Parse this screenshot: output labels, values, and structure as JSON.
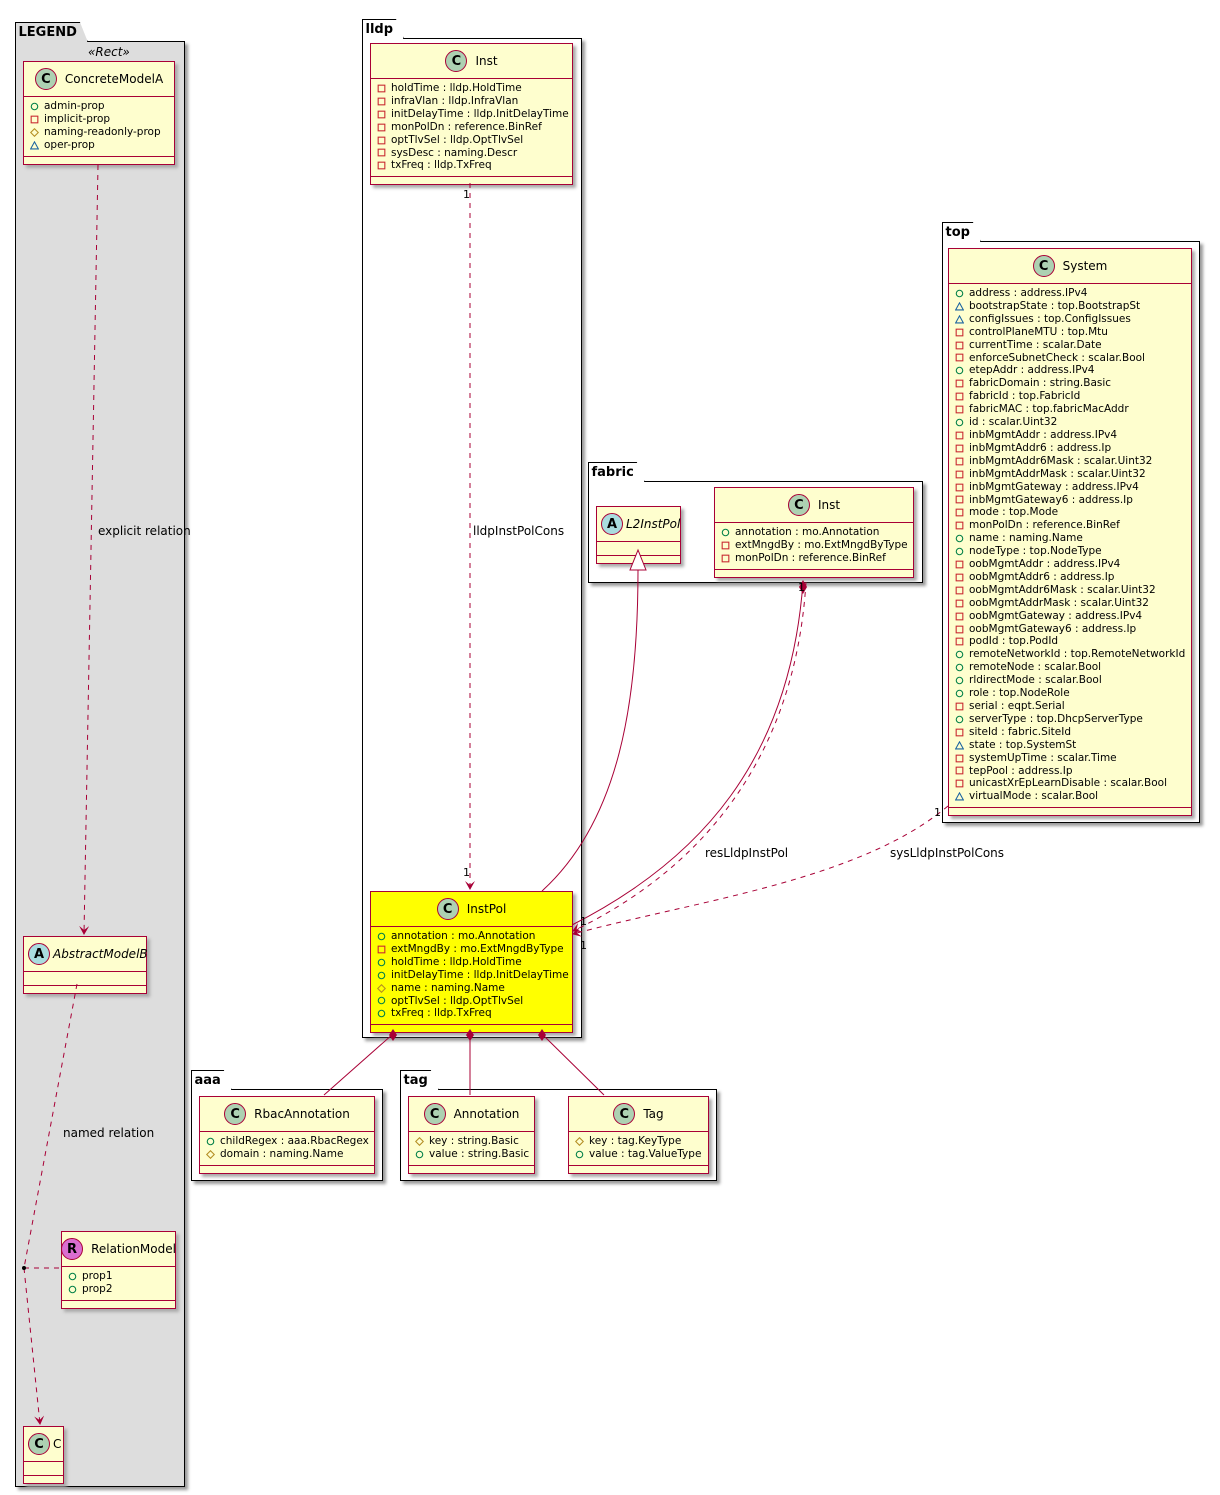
{
  "packages": {
    "legend": {
      "name": "LEGEND",
      "stereotype": "«Rect»"
    },
    "lldp": {
      "name": "lldp"
    },
    "fabric": {
      "name": "fabric"
    },
    "top": {
      "name": "top"
    },
    "aaa": {
      "name": "aaa"
    },
    "tag": {
      "name": "tag"
    }
  },
  "classes": {
    "concrete_model_a": {
      "name": "ConcreteModelA",
      "kind": "C",
      "attrs": [
        {
          "vis": "public",
          "text": "admin-prop"
        },
        {
          "vis": "private",
          "text": "implicit-prop"
        },
        {
          "vis": "protected",
          "text": "naming-readonly-prop"
        },
        {
          "vis": "package",
          "text": "oper-prop"
        }
      ]
    },
    "abstract_model_b": {
      "name": "AbstractModelB",
      "kind": "A",
      "attrs": []
    },
    "relation_model": {
      "name": "RelationModel",
      "kind": "R",
      "attrs": [
        {
          "vis": "public",
          "text": "prop1"
        },
        {
          "vis": "public",
          "text": "prop2"
        }
      ]
    },
    "c": {
      "name": "C",
      "kind": "C",
      "attrs": []
    },
    "lldp_inst": {
      "name": "Inst",
      "kind": "C",
      "attrs": [
        {
          "vis": "private",
          "text": "holdTime : lldp.HoldTime"
        },
        {
          "vis": "private",
          "text": "infraVlan : lldp.InfraVlan"
        },
        {
          "vis": "private",
          "text": "initDelayTime : lldp.InitDelayTime"
        },
        {
          "vis": "private",
          "text": "monPolDn : reference.BinRef"
        },
        {
          "vis": "private",
          "text": "optTlvSel : lldp.OptTlvSel"
        },
        {
          "vis": "private",
          "text": "sysDesc : naming.Descr"
        },
        {
          "vis": "private",
          "text": "txFreq : lldp.TxFreq"
        }
      ]
    },
    "lldp_instpol": {
      "name": "InstPol",
      "kind": "C",
      "attrs": [
        {
          "vis": "public",
          "text": "annotation : mo.Annotation"
        },
        {
          "vis": "private",
          "text": "extMngdBy : mo.ExtMngdByType"
        },
        {
          "vis": "public",
          "text": "holdTime : lldp.HoldTime"
        },
        {
          "vis": "public",
          "text": "initDelayTime : lldp.InitDelayTime"
        },
        {
          "vis": "protected",
          "text": "name : naming.Name"
        },
        {
          "vis": "public",
          "text": "optTlvSel : lldp.OptTlvSel"
        },
        {
          "vis": "public",
          "text": "txFreq : lldp.TxFreq"
        }
      ]
    },
    "fabric_l2instpol": {
      "name": "L2InstPol",
      "kind": "A",
      "attrs": []
    },
    "fabric_inst": {
      "name": "Inst",
      "kind": "C",
      "attrs": [
        {
          "vis": "public",
          "text": "annotation : mo.Annotation"
        },
        {
          "vis": "private",
          "text": "extMngdBy : mo.ExtMngdByType"
        },
        {
          "vis": "private",
          "text": "monPolDn : reference.BinRef"
        }
      ]
    },
    "top_system": {
      "name": "System",
      "kind": "C",
      "attrs": [
        {
          "vis": "public",
          "text": "address : address.IPv4"
        },
        {
          "vis": "package",
          "text": "bootstrapState : top.BootstrapSt"
        },
        {
          "vis": "package",
          "text": "configIssues : top.ConfigIssues"
        },
        {
          "vis": "private",
          "text": "controlPlaneMTU : top.Mtu"
        },
        {
          "vis": "private",
          "text": "currentTime : scalar.Date"
        },
        {
          "vis": "private",
          "text": "enforceSubnetCheck : scalar.Bool"
        },
        {
          "vis": "public",
          "text": "etepAddr : address.IPv4"
        },
        {
          "vis": "private",
          "text": "fabricDomain : string.Basic"
        },
        {
          "vis": "private",
          "text": "fabricId : top.FabricId"
        },
        {
          "vis": "private",
          "text": "fabricMAC : top.fabricMacAddr"
        },
        {
          "vis": "public",
          "text": "id : scalar.Uint32"
        },
        {
          "vis": "private",
          "text": "inbMgmtAddr : address.IPv4"
        },
        {
          "vis": "private",
          "text": "inbMgmtAddr6 : address.Ip"
        },
        {
          "vis": "private",
          "text": "inbMgmtAddr6Mask : scalar.Uint32"
        },
        {
          "vis": "private",
          "text": "inbMgmtAddrMask : scalar.Uint32"
        },
        {
          "vis": "private",
          "text": "inbMgmtGateway : address.IPv4"
        },
        {
          "vis": "private",
          "text": "inbMgmtGateway6 : address.Ip"
        },
        {
          "vis": "private",
          "text": "mode : top.Mode"
        },
        {
          "vis": "private",
          "text": "monPolDn : reference.BinRef"
        },
        {
          "vis": "public",
          "text": "name : naming.Name"
        },
        {
          "vis": "public",
          "text": "nodeType : top.NodeType"
        },
        {
          "vis": "private",
          "text": "oobMgmtAddr : address.IPv4"
        },
        {
          "vis": "private",
          "text": "oobMgmtAddr6 : address.Ip"
        },
        {
          "vis": "private",
          "text": "oobMgmtAddr6Mask : scalar.Uint32"
        },
        {
          "vis": "private",
          "text": "oobMgmtAddrMask : scalar.Uint32"
        },
        {
          "vis": "private",
          "text": "oobMgmtGateway : address.IPv4"
        },
        {
          "vis": "private",
          "text": "oobMgmtGateway6 : address.Ip"
        },
        {
          "vis": "private",
          "text": "podId : top.PodId"
        },
        {
          "vis": "public",
          "text": "remoteNetworkId : top.RemoteNetworkId"
        },
        {
          "vis": "public",
          "text": "remoteNode : scalar.Bool"
        },
        {
          "vis": "public",
          "text": "rldirectMode : scalar.Bool"
        },
        {
          "vis": "public",
          "text": "role : top.NodeRole"
        },
        {
          "vis": "private",
          "text": "serial : eqpt.Serial"
        },
        {
          "vis": "public",
          "text": "serverType : top.DhcpServerType"
        },
        {
          "vis": "private",
          "text": "siteId : fabric.SiteId"
        },
        {
          "vis": "package",
          "text": "state : top.SystemSt"
        },
        {
          "vis": "private",
          "text": "systemUpTime : scalar.Time"
        },
        {
          "vis": "private",
          "text": "tepPool : address.Ip"
        },
        {
          "vis": "private",
          "text": "unicastXrEpLearnDisable : scalar.Bool"
        },
        {
          "vis": "package",
          "text": "virtualMode : scalar.Bool"
        }
      ]
    },
    "aaa_rbacannotation": {
      "name": "RbacAnnotation",
      "kind": "C",
      "attrs": [
        {
          "vis": "public",
          "text": "childRegex : aaa.RbacRegex"
        },
        {
          "vis": "protected",
          "text": "domain : naming.Name"
        }
      ]
    },
    "tag_annotation": {
      "name": "Annotation",
      "kind": "C",
      "attrs": [
        {
          "vis": "protected",
          "text": "key : string.Basic"
        },
        {
          "vis": "public",
          "text": "value : string.Basic"
        }
      ]
    },
    "tag_tag": {
      "name": "Tag",
      "kind": "C",
      "attrs": [
        {
          "vis": "protected",
          "text": "key : tag.KeyType"
        },
        {
          "vis": "public",
          "text": "value : tag.ValueType"
        }
      ]
    }
  },
  "relations": {
    "explicit": {
      "label": "explicit relation"
    },
    "named": {
      "label": "named relation"
    },
    "lldp_inst_pol_cons": {
      "label": "lldpInstPolCons",
      "mult_from": "1",
      "mult_to": "1"
    },
    "res_lldp_inst_pol": {
      "label": "resLldpInstPol",
      "mult_from": "1",
      "mult_to": "1"
    },
    "fabric_inst_comp": {
      "mult_to": "1"
    },
    "sys_lldp_inst_pol_cons": {
      "label": "sysLldpInstPolCons",
      "mult_from": "1",
      "mult_to": "1"
    }
  },
  "colors": {
    "class_bg": "#fefece",
    "highlight_bg": "#ffff00",
    "border": "#a80036",
    "legend_bg": "#dddddd",
    "vis_public": "#038048",
    "vis_private": "#c82930",
    "vis_protected": "#b38d22",
    "vis_package": "#1963a0"
  }
}
